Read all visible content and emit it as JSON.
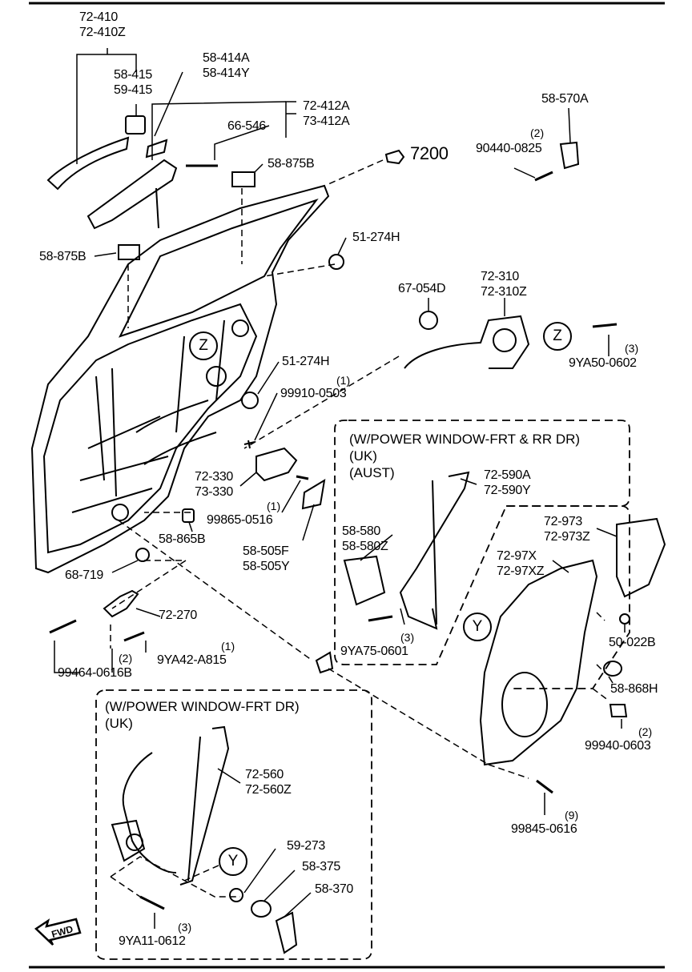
{
  "parts": {
    "p72410": [
      "72-410",
      "72-410Z"
    ],
    "p58415": [
      "58-415",
      "59-415"
    ],
    "p58414": [
      "58-414A",
      "58-414Y"
    ],
    "p72412": [
      "72-412A",
      "73-412A"
    ],
    "p66546": "66-546",
    "p58875b_top": "58-875B",
    "p7200": "7200",
    "p58570a": "58-570A",
    "p90440": "90440-0825",
    "p90440_qty": "(2)",
    "p58875b_left": "58-875B",
    "p51274h_top": "51-274H",
    "p67054d": "67-054D",
    "p72310": [
      "72-310",
      "72-310Z"
    ],
    "p9ya50": "9YA50-0602",
    "p9ya50_qty": "(3)",
    "p51274h_mid": "51-274H",
    "p99910": "99910-0503",
    "p99910_qty": "(1)",
    "p72330": [
      "72-330",
      "73-330"
    ],
    "p99865": "99865-0516",
    "p99865_qty": "(1)",
    "p58865b": "58-865B",
    "p58505": [
      "58-505F",
      "58-505Y"
    ],
    "p68719": "68-719",
    "p72270": "72-270",
    "p99464": "99464-0616B",
    "p9ya42": "9YA42-A815",
    "p9ya42_qty_a": "(2)",
    "p9ya42_qty_b": "(1)",
    "p72590": [
      "72-590A",
      "72-590Y"
    ],
    "p58580": [
      "58-580",
      "58-580Z"
    ],
    "p9ya75": "9YA75-0601",
    "p9ya75_qty": "(3)",
    "p72973": [
      "72-973",
      "72-973Z"
    ],
    "p7297x": [
      "72-97X",
      "72-97XZ"
    ],
    "p50022b": "50-022B",
    "p58868h": "58-868H",
    "p99940": "99940-0603",
    "p99940_qty": "(2)",
    "p99845": "99845-0616",
    "p99845_qty": "(9)",
    "p72560": [
      "72-560",
      "72-560Z"
    ],
    "p59273": "59-273",
    "p58375": "58-375",
    "p58370": "58-370",
    "p9ya11": "9YA11-0612",
    "p9ya11_qty": "(3)"
  },
  "boxes": {
    "rr_box": [
      "(W/POWER WINDOW-FRT & RR DR)",
      "(UK)",
      "(AUST)"
    ],
    "frt_box": [
      "(W/POWER WINDOW-FRT DR)",
      "(UK)"
    ]
  },
  "markers": {
    "z": "Z",
    "y": "Y",
    "fwd": "FWD"
  }
}
